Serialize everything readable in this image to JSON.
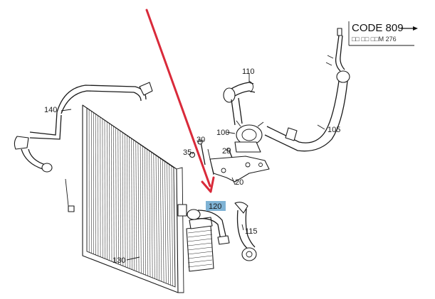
{
  "colors": {
    "arrow": "#d92a3a",
    "highlight": "#7fb3d5",
    "line": "#1a1a1a"
  },
  "code_box": {
    "title": "CODE 809",
    "subtitle": "□□ □□ □□M 276",
    "arrow_icon": "right-arrow-icon"
  },
  "callouts": {
    "p110": "110",
    "p105": "105",
    "p140": "140",
    "p100": "100",
    "p30": "30",
    "p35": "35",
    "p25": "25",
    "p20": "20",
    "p120": "120",
    "p115": "115",
    "p130": "130"
  }
}
